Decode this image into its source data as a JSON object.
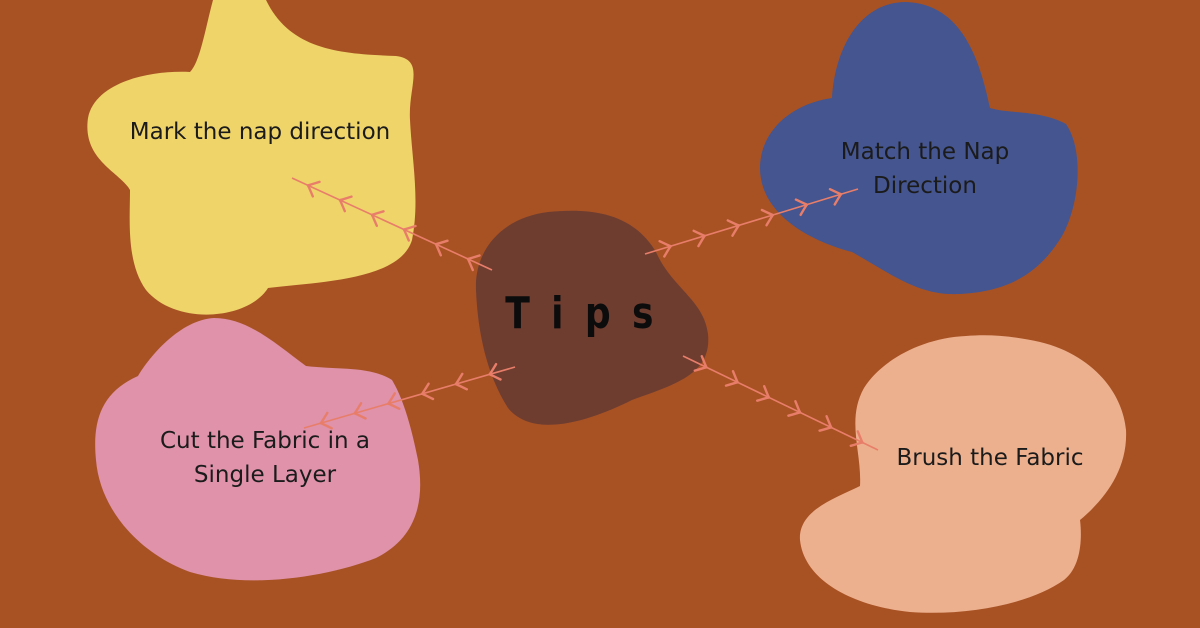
{
  "diagram": {
    "center": {
      "title": "Tips"
    },
    "nodes": [
      {
        "id": "mark-nap",
        "label": "Mark the nap direction"
      },
      {
        "id": "match-nap",
        "label_line1": "Match the Nap",
        "label_line2": "Direction"
      },
      {
        "id": "cut-single",
        "label_line1": "Cut the Fabric in a",
        "label_line2": "Single Layer"
      },
      {
        "id": "brush",
        "label": "Brush the Fabric"
      }
    ]
  },
  "colors": {
    "background": "#a85224",
    "center_blob": "#6e3d30",
    "yellow_blob": "#efd46a",
    "blue_blob": "#44558f",
    "pink_blob": "#df92aa",
    "peach_blob": "#edb08e",
    "arrow": "#e87e6a"
  }
}
